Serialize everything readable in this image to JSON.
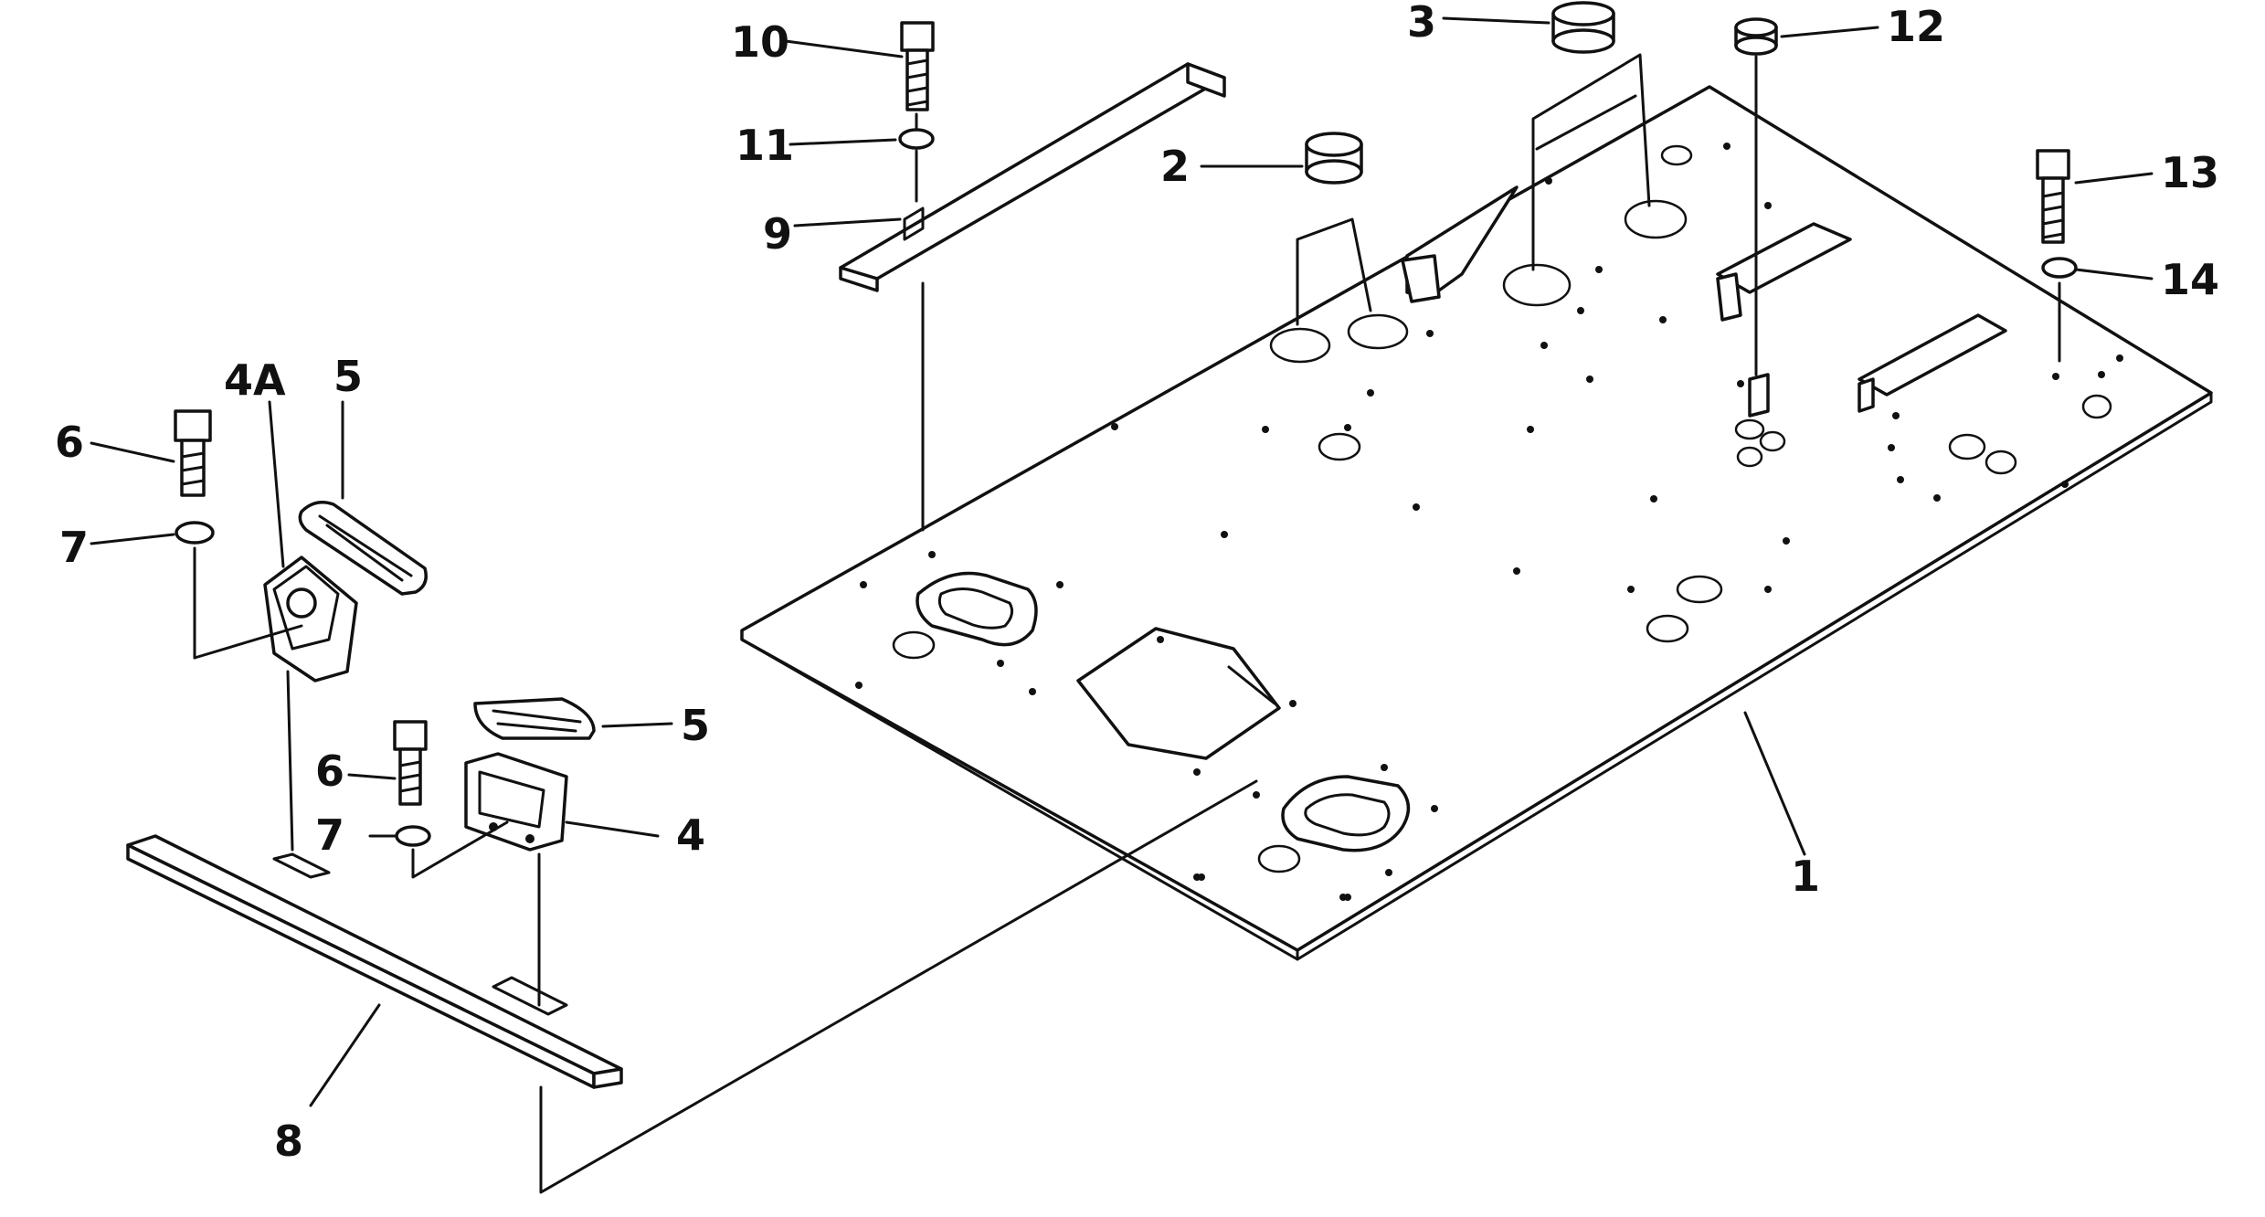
{
  "callouts": {
    "c1": "1",
    "c2": "2",
    "c3": "3",
    "c4": "4",
    "c4a": "4A",
    "c5a": "5",
    "c5b": "5",
    "c6a": "6",
    "c6b": "6",
    "c7a": "7",
    "c7b": "7",
    "c8": "8",
    "c9": "9",
    "c10": "10",
    "c11": "11",
    "c12": "12",
    "c13": "13",
    "c14": "14"
  }
}
